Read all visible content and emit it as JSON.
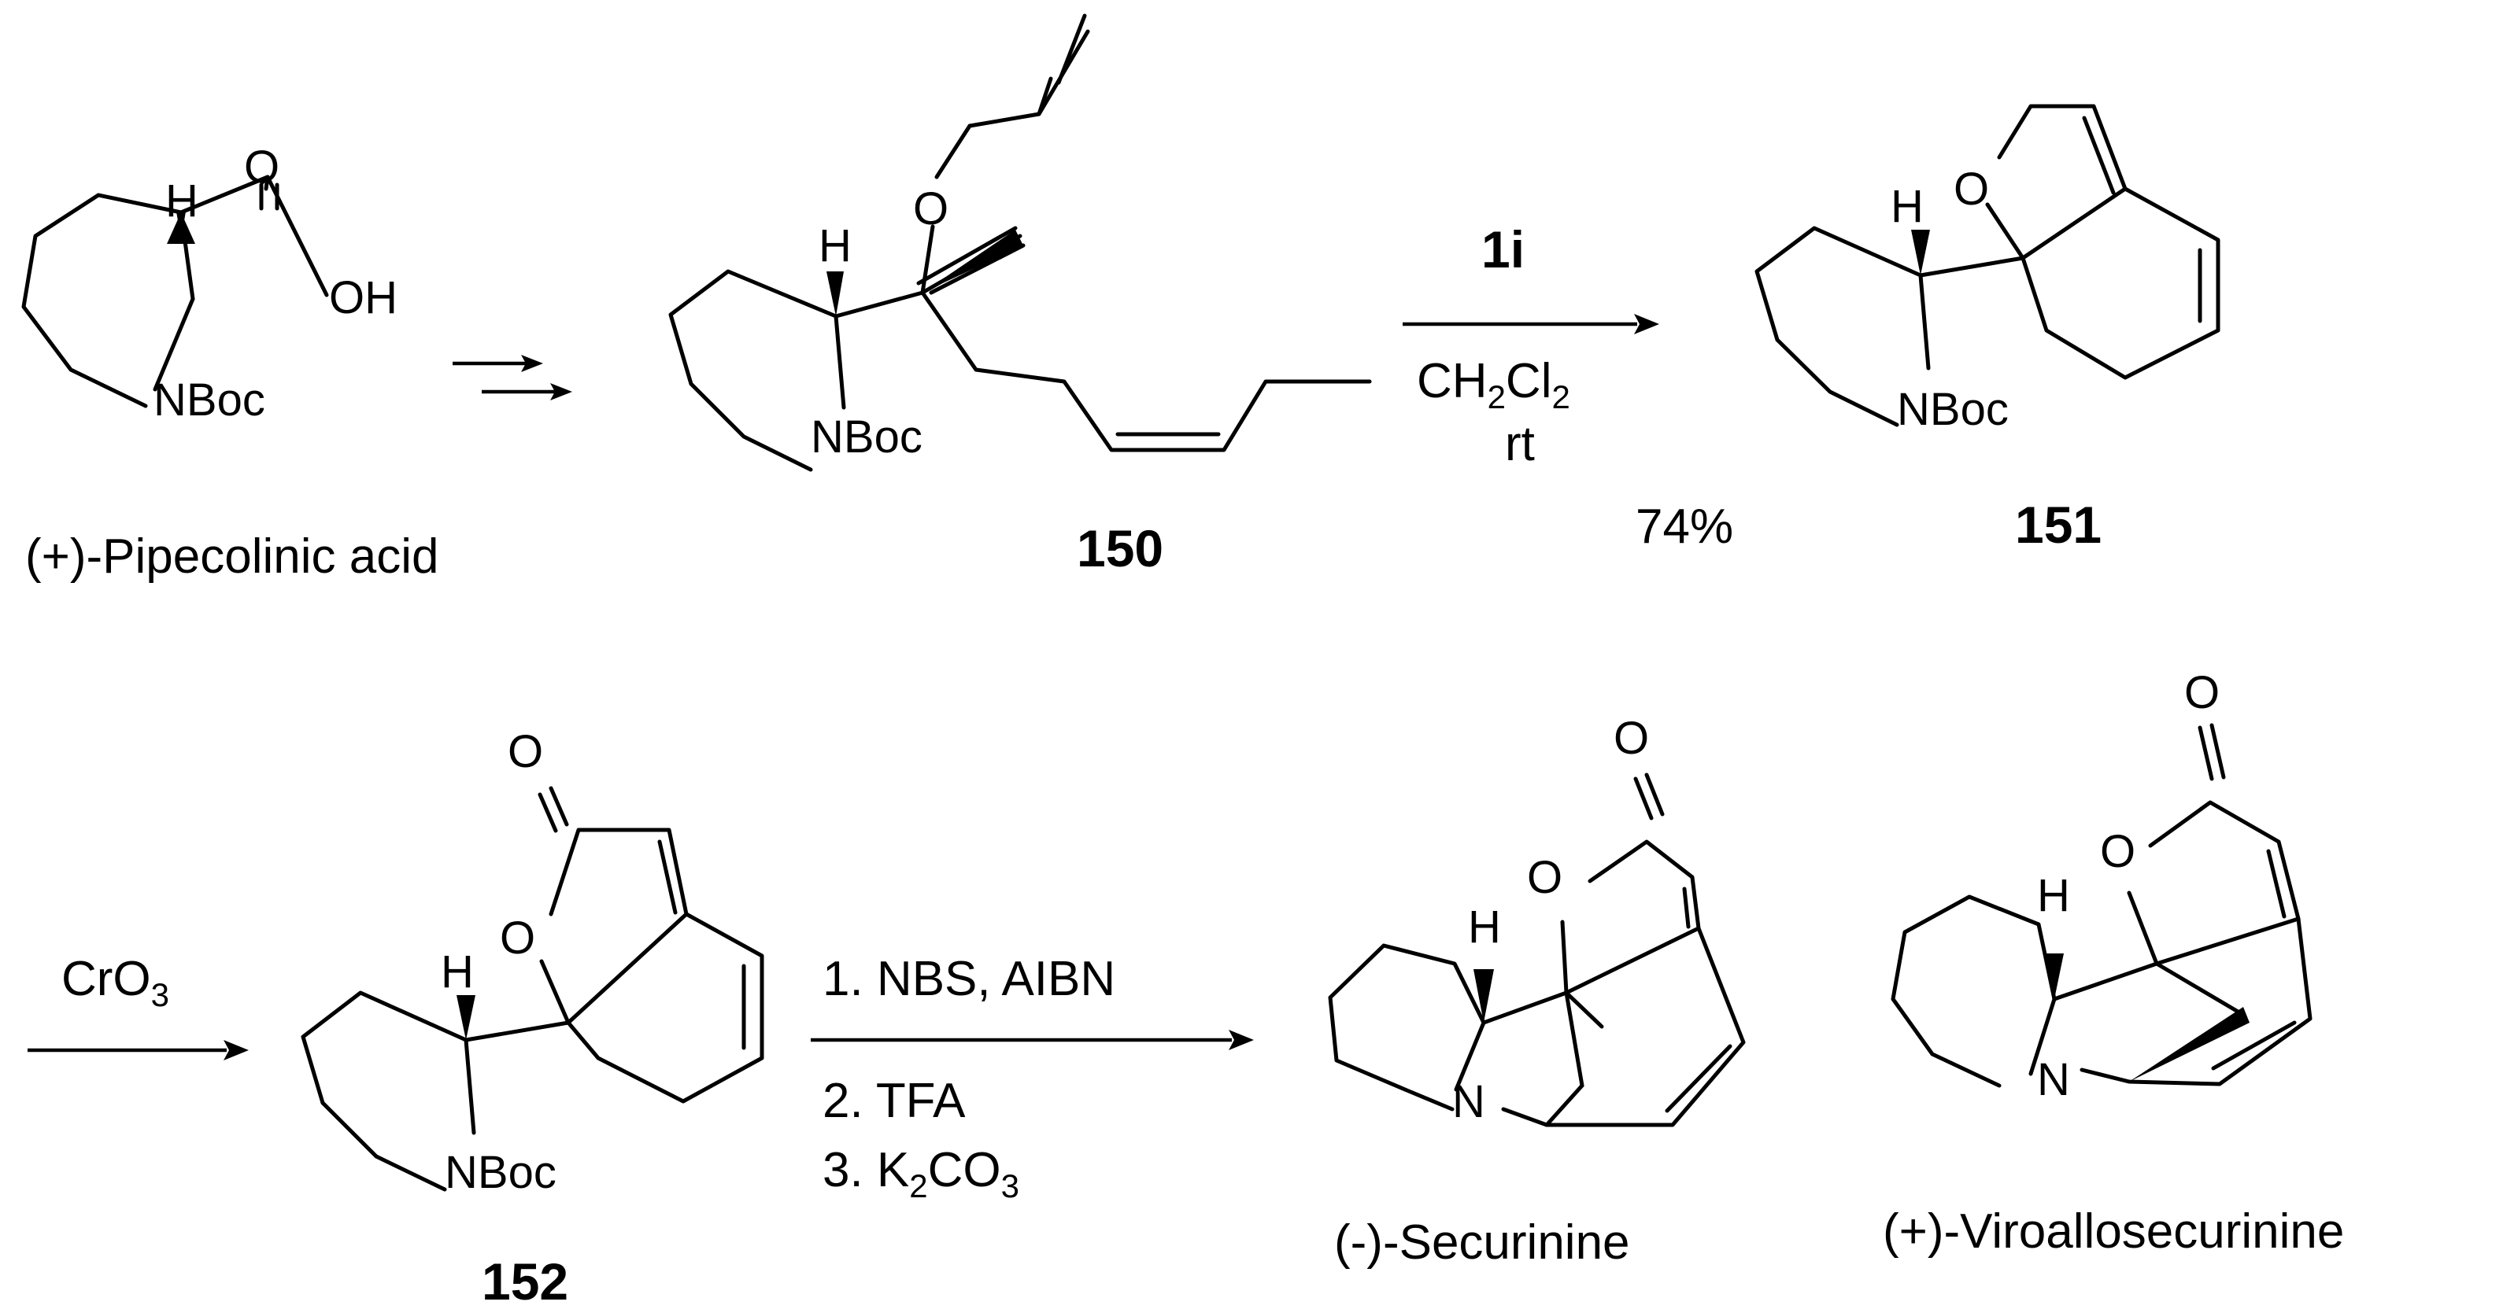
{
  "labels": {
    "start": "(+)-Pipecolinic acid",
    "cmpd_150": "150",
    "cmpd_151": "151",
    "cmpd_152": "152",
    "securinine": "(-)-Securinine",
    "viroallosecurinine": "(+)-Viroallosecurinine",
    "yield": "74%"
  },
  "atoms": {
    "H": "H",
    "O": "O",
    "OH": "OH",
    "NBoc": "NBoc",
    "N": "N"
  },
  "conditions": {
    "step2_catalyst": "1i",
    "step2_solvent_main": "CH",
    "step2_solvent_sub1": "2",
    "step2_solvent_cl": "Cl",
    "step2_solvent_sub2": "2",
    "step2_temp": "rt",
    "step3_reagent_main": "CrO",
    "step3_reagent_sub": "3",
    "step4_line1": "1. NBS, AIBN",
    "step4_line2": "2. TFA",
    "step4_line3_main": "3. K",
    "step4_line3_sub1": "2",
    "step4_line3_mid": "CO",
    "step4_line3_sub2": "3"
  }
}
